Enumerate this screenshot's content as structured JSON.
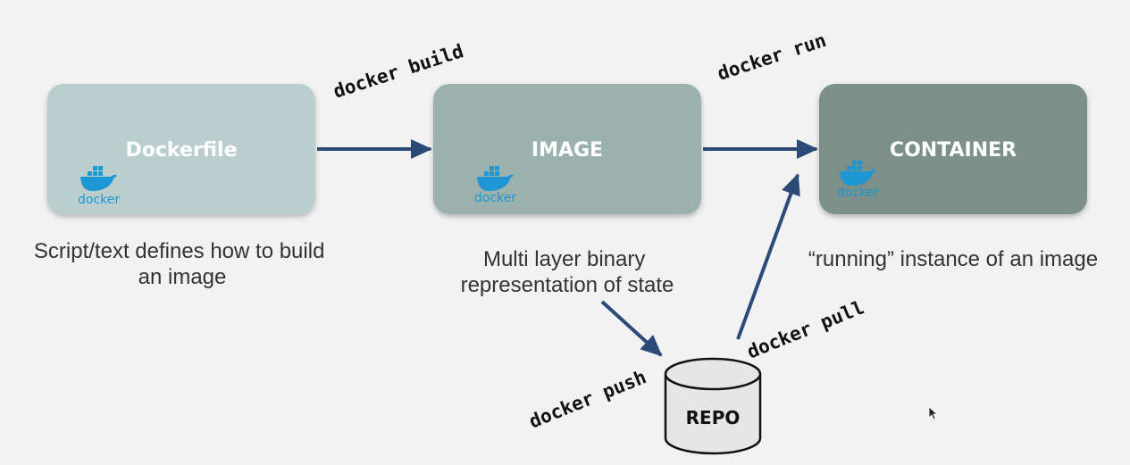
{
  "nodes": {
    "dockerfile": {
      "label": "Dockerfile",
      "logo_text": "docker",
      "fill": "#b9cecd"
    },
    "image": {
      "label": "IMAGE",
      "logo_text": "docker",
      "fill": "#9bb1ae"
    },
    "container": {
      "label": "CONTAINER",
      "logo_text": "docker",
      "fill": "#7b8f89"
    },
    "repo": {
      "label": "REPO",
      "fill": "#e6e6e6"
    }
  },
  "commands": {
    "build": "docker build",
    "run": "docker run",
    "push": "docker push",
    "pull": "docker pull"
  },
  "descriptions": {
    "dockerfile": [
      "Script/text defines how to build",
      "an image"
    ],
    "image": [
      "Multi layer binary",
      "representation of state"
    ],
    "container": [
      "“running” instance of an image"
    ]
  },
  "colors": {
    "arrow": "#2c4a78",
    "docker_blue": "#1d96d3",
    "background": "#f2f2f2"
  }
}
